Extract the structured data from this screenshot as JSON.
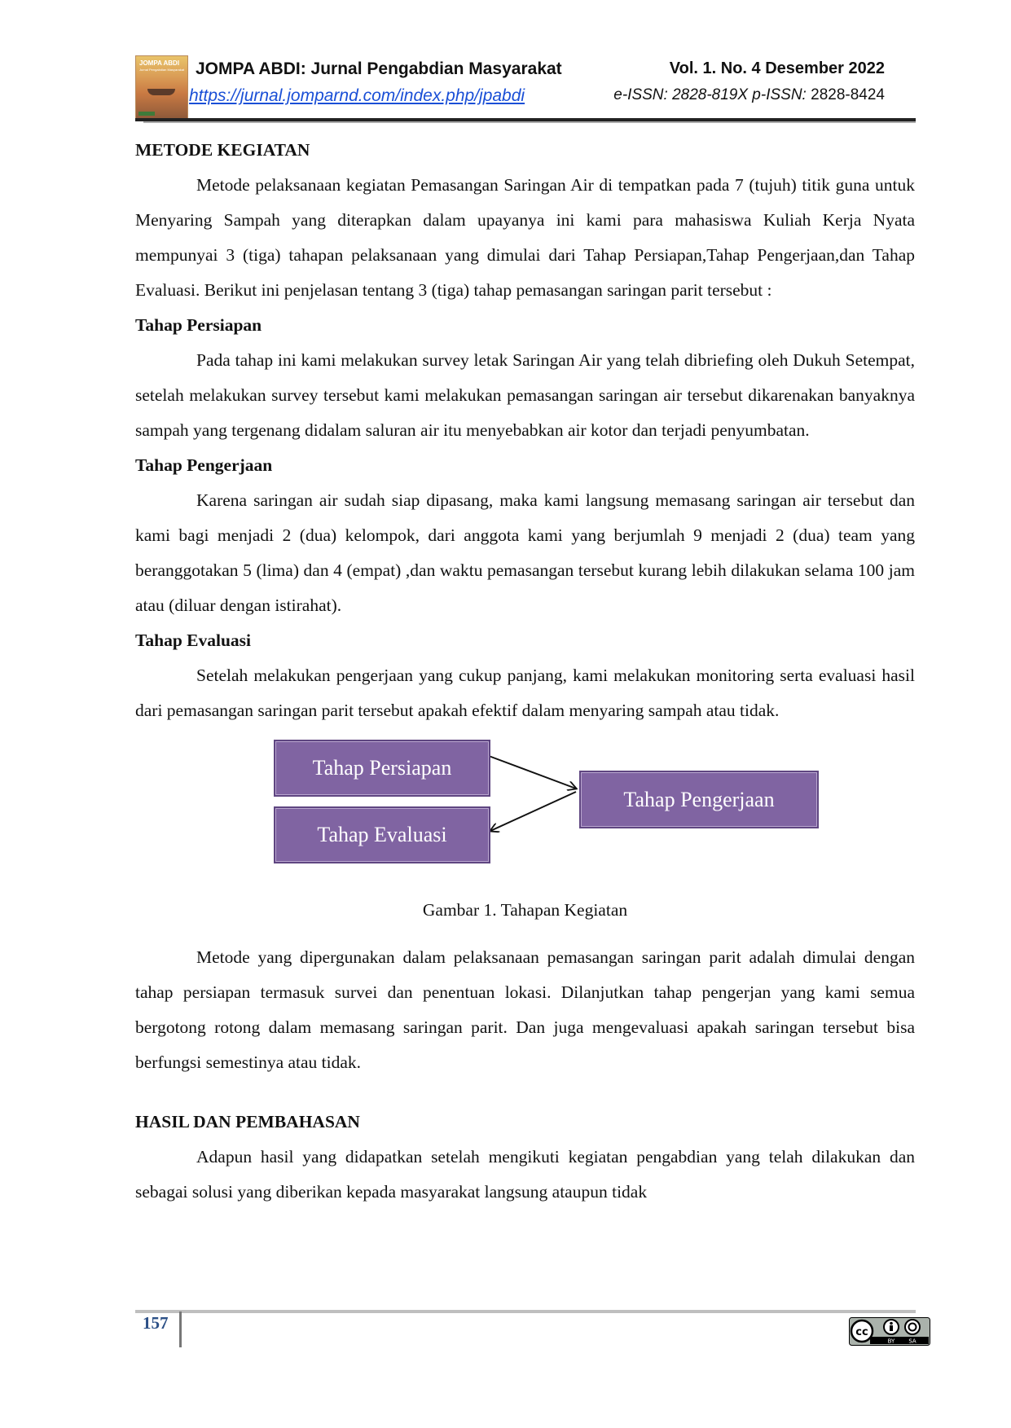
{
  "header": {
    "journal_name": "JOMPA ABDI: Jurnal Pengabdian Masyarakat",
    "journal_url": "https://jurnal.jomparnd.com/index.php/jpabdi",
    "volume": "Vol. 1. No. 4 Desember 2022",
    "eissn_label": "e-ISSN: 2828-819X p-ISSN:",
    "pissn_value": "2828-8424",
    "cover_title": "JOMPA ABDI",
    "cover_subtitle": "Jurnal Pengabdian Masyarakat"
  },
  "section_metode": {
    "heading": "METODE KEGIATAN",
    "intro": "Metode pelaksanaan kegiatan Pemasangan Saringan Air di tempatkan pada 7 (tujuh) titik guna untuk Menyaring Sampah yang diterapkan dalam upayanya ini kami para mahasiswa Kuliah Kerja Nyata mempunyai 3 (tiga) tahapan pelaksanaan yang dimulai dari Tahap Persiapan,Tahap Pengerjaan,dan Tahap Evaluasi. Berikut ini penjelasan tentang 3 (tiga) tahap pemasangan saringan parit tersebut :",
    "persiapan_heading": "Tahap Persiapan",
    "persiapan_text": "Pada tahap ini kami melakukan survey letak Saringan Air yang telah dibriefing oleh Dukuh Setempat, setelah melakukan survey tersebut kami melakukan pemasangan saringan air tersebut dikarenakan banyaknya sampah yang tergenang didalam  saluran air itu menyebabkan air kotor dan terjadi penyumbatan.",
    "pengerjaan_heading": "Tahap Pengerjaan",
    "pengerjaan_text": "Karena saringan air sudah siap dipasang, maka kami langsung memasang saringan air tersebut dan kami bagi menjadi 2 (dua) kelompok, dari anggota kami yang berjumlah 9 menjadi 2 (dua) team yang beranggotakan 5 (lima) dan 4 (empat) ,dan waktu pemasangan tersebut kurang lebih dilakukan selama 100 jam atau (diluar dengan istirahat).",
    "evaluasi_heading": "Tahap Evaluasi",
    "evaluasi_text": "Setelah melakukan pengerjaan yang cukup panjang, kami melakukan monitoring serta evaluasi hasil dari pemasangan saringan parit tersebut apakah efektif dalam menyaring sampah atau tidak."
  },
  "figure": {
    "box_persiapan": "Tahap Persiapan",
    "box_evaluasi": "Tahap Evaluasi",
    "box_pengerjaan": "Tahap Pengerjaan",
    "caption": "Gambar 1. Tahapan Kegiatan",
    "box_color": "#8064a2"
  },
  "section_metode_closing": "Metode yang dipergunakan dalam pelaksanaan pemasangan saringan parit adalah dimulai dengan tahap persiapan termasuk survei dan penentuan lokasi. Dilanjutkan tahap pengerjan yang kami semua bergotong rotong dalam memasang saringan parit. Dan juga mengevaluasi apakah saringan tersebut bisa berfungsi semestinya atau tidak.",
  "section_hasil": {
    "heading": "HASIL DAN PEMBAHASAN",
    "text": "Adapun hasil yang didapatkan setelah mengikuti kegiatan pengabdian yang telah dilakukan dan sebagai solusi yang diberikan kepada masyarakat langsung ataupun tidak"
  },
  "footer": {
    "page_number": "157",
    "license_icon": "cc-by-sa-icon",
    "license_by": "BY",
    "license_sa": "SA"
  }
}
